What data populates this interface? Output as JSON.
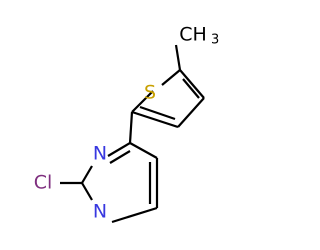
{
  "molecule": {
    "atoms": {
      "chlorine": {
        "label": "Cl",
        "color": "#7f2f7f"
      },
      "nitrogen_1": {
        "label": "N",
        "color": "#3838e0"
      },
      "nitrogen_3": {
        "label": "N",
        "color": "#3838e0"
      },
      "sulfur": {
        "label": "S",
        "color": "#c8a000"
      },
      "methyl": {
        "label": "CH",
        "subscript": "3",
        "color": "#000000"
      }
    },
    "bond_color": "#000000"
  }
}
